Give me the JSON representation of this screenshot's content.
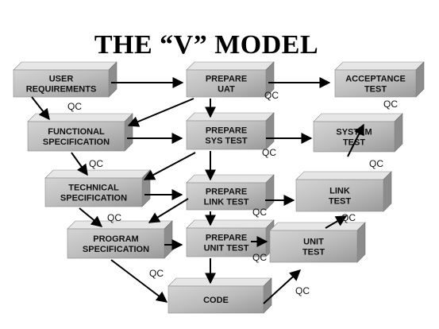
{
  "title": "THE “V” MODEL",
  "boxes": {
    "user_requirements": [
      "USER",
      "REQUIREMENTS"
    ],
    "functional_specification": [
      "FUNCTIONAL",
      "SPECIFICATION"
    ],
    "technical_specification": [
      "TECHNICAL",
      "SPECIFICATION"
    ],
    "program_specification": [
      "PROGRAM",
      "SPECIFICATION"
    ],
    "code": [
      "CODE"
    ],
    "prepare_uat": [
      "PREPARE",
      "UAT"
    ],
    "prepare_sys_test": [
      "PREPARE",
      "SYS TEST"
    ],
    "prepare_link_test": [
      "PREPARE",
      "LINK TEST"
    ],
    "prepare_unit_test": [
      "PREPARE",
      "UNIT TEST"
    ],
    "acceptance_test": [
      "ACCEPTANCE",
      "TEST"
    ],
    "system_test": [
      "SYSTEM",
      "TEST"
    ],
    "link_test": [
      "LINK",
      "TEST"
    ],
    "unit_test": [
      "UNIT",
      "TEST"
    ]
  },
  "qc_label": "QC"
}
